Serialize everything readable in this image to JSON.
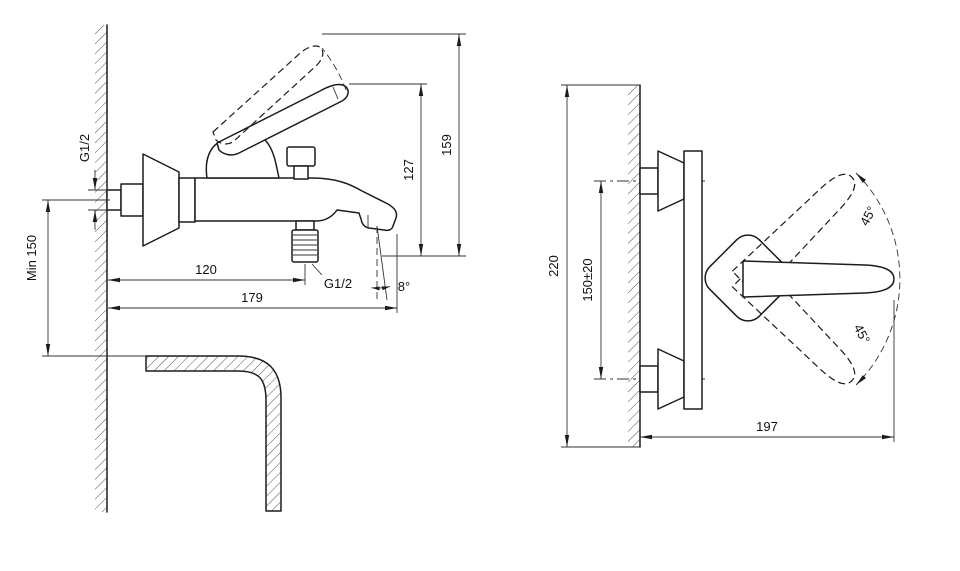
{
  "drawing": {
    "background": "#ffffff",
    "line_color": "#1c1c1c",
    "views": {
      "side": {
        "dims": {
          "inlet_thread": "G1/2",
          "min_mount_height": "Min 150",
          "shower_outlet_offset": "120",
          "spout_reach": "179",
          "shower_outlet_thread": "G1/2",
          "spout_angle": "8°",
          "height_upper": "127",
          "height_total": "159"
        }
      },
      "front": {
        "dims": {
          "overall_height": "220",
          "mount_spacing": "150±20",
          "swing_up": "45°",
          "swing_down": "45°",
          "overall_width": "197"
        }
      }
    }
  }
}
